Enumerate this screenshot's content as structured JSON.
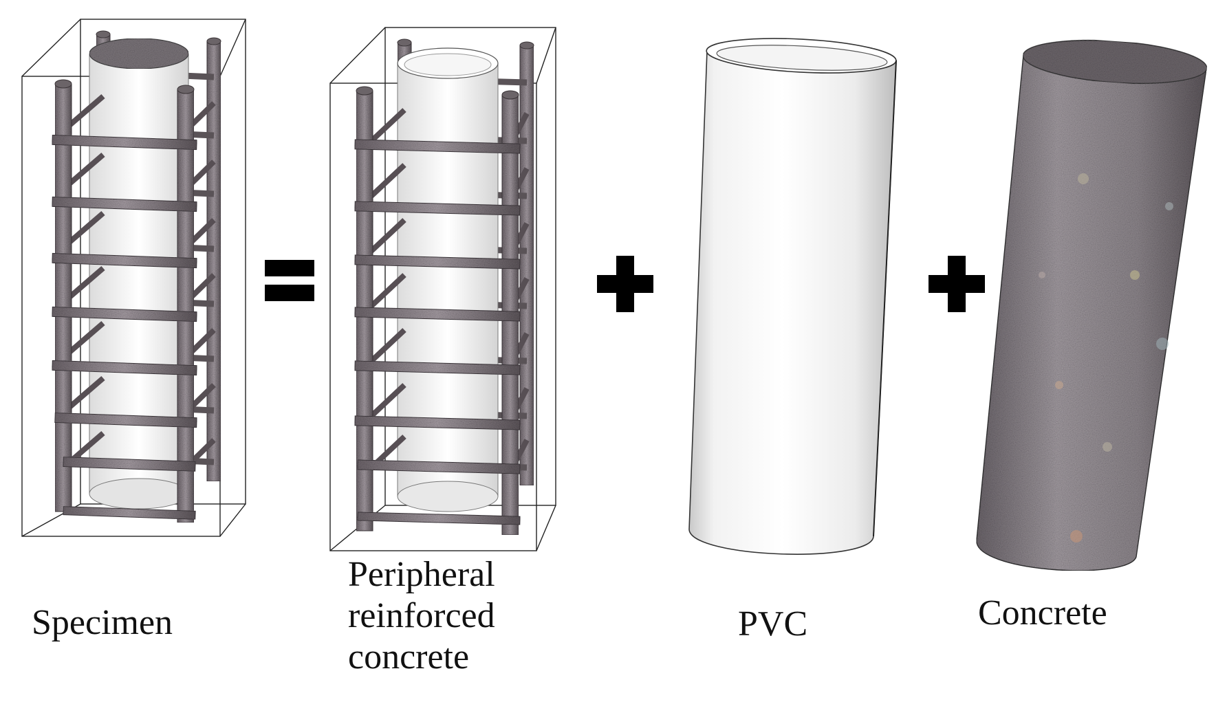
{
  "colors": {
    "steel": "#8c8388",
    "steel_dark": "#4e474c",
    "pvc": "#ffffff",
    "concrete": "#8a8489",
    "outline": "#222222",
    "operator": "#000000"
  },
  "components": [
    {
      "id": "specimen",
      "lines": [
        "Specimen"
      ]
    },
    {
      "id": "peripheral_reinforced_concrete",
      "lines": [
        "Peripheral",
        "reinforced",
        "concrete"
      ]
    },
    {
      "id": "pvc",
      "lines": [
        "PVC"
      ]
    },
    {
      "id": "concrete",
      "lines": [
        "Concrete"
      ]
    }
  ],
  "operators": [
    "=",
    "+",
    "+"
  ]
}
